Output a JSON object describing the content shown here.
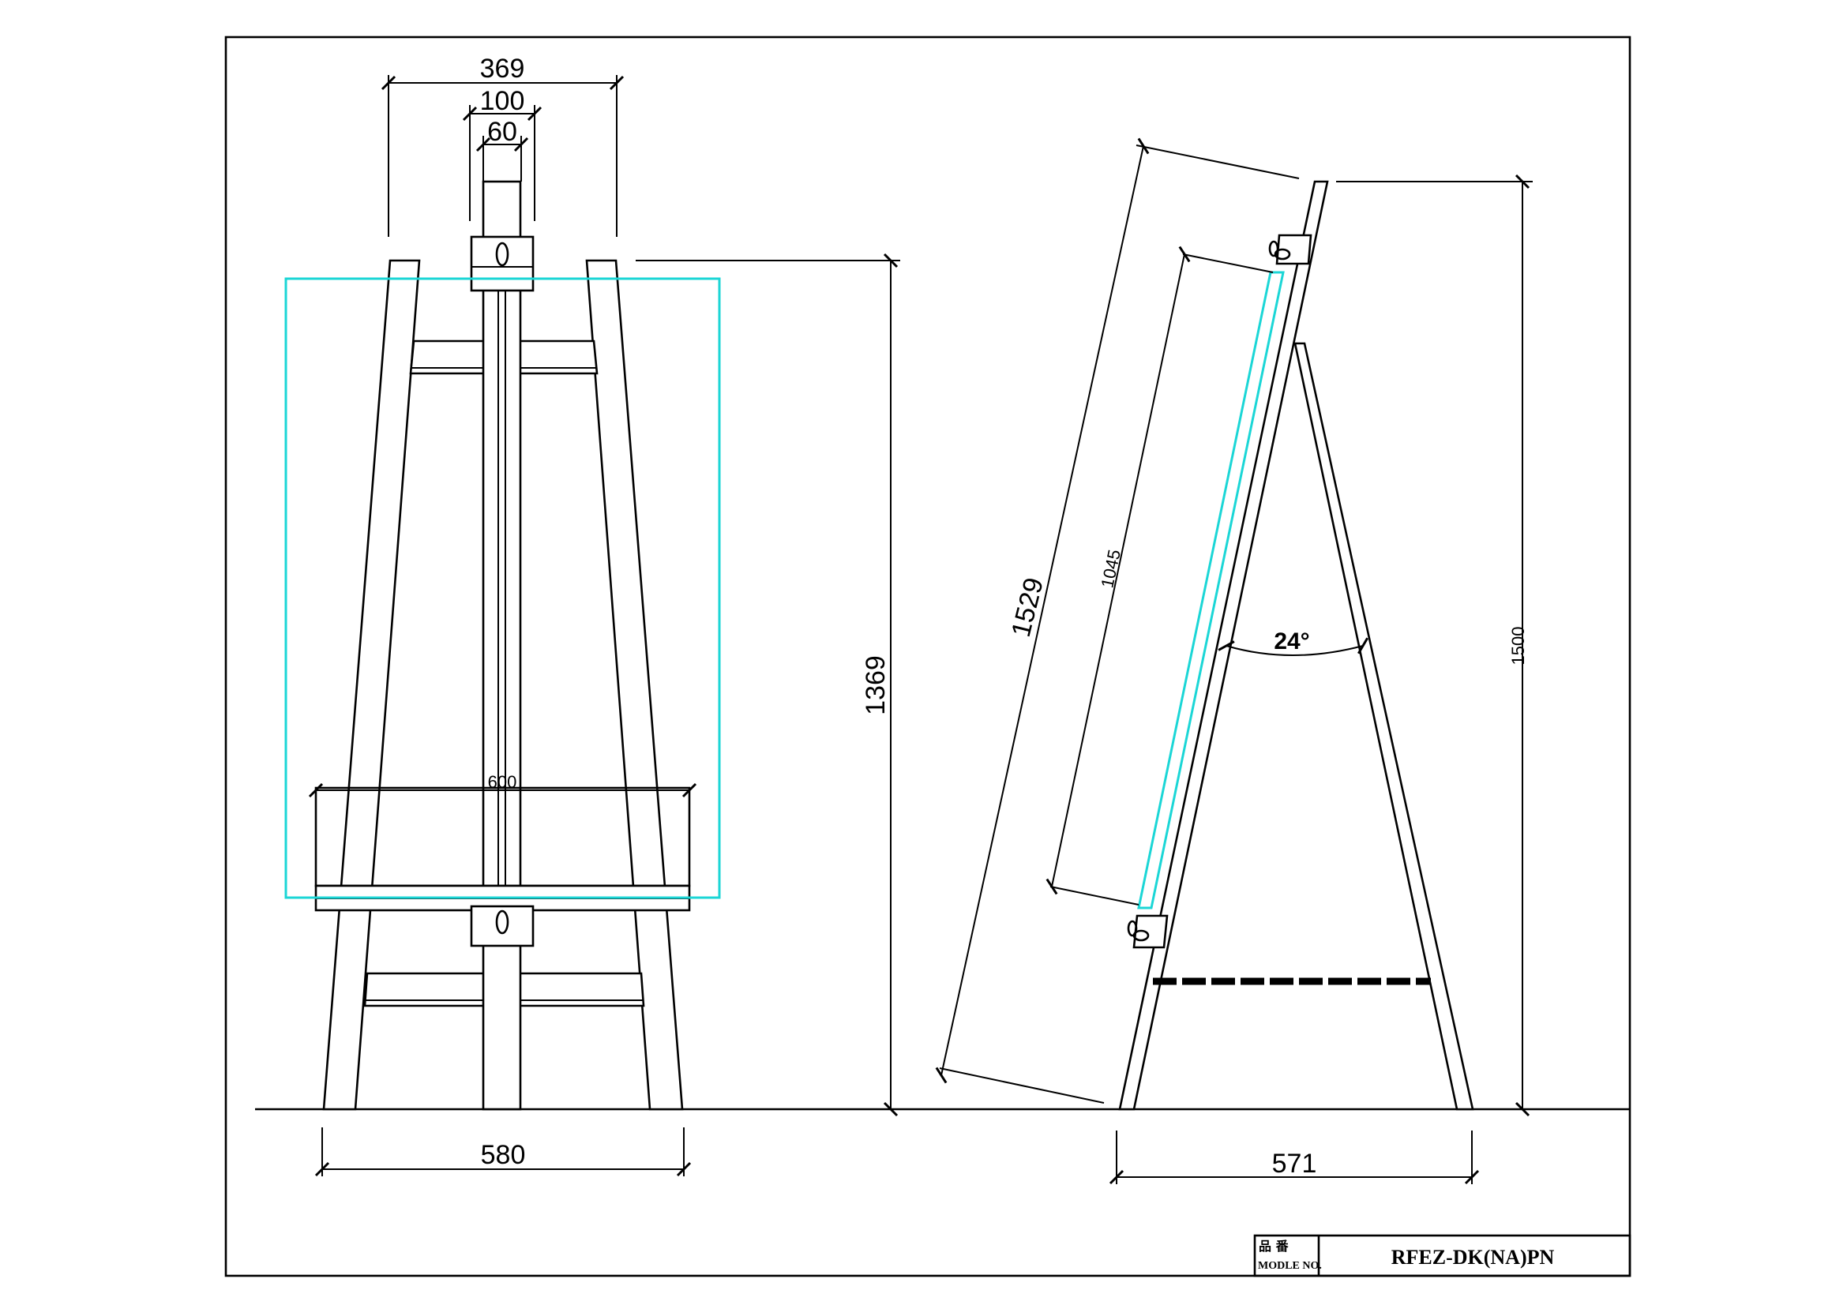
{
  "front_view": {
    "dims": {
      "top_width": "369",
      "mast_width": "100",
      "mast_inner": "60",
      "height": "1369",
      "board_width": "600",
      "base_width": "580"
    }
  },
  "side_view": {
    "dims": {
      "leg_length": "1529",
      "board_length": "1045",
      "angle": "24°",
      "total_height": "1500",
      "base_depth": "571"
    }
  },
  "title_block": {
    "label_cn": "品 番",
    "label_en": "MODLE NO.",
    "model": "RFEZ-DK(NA)PN"
  },
  "colors": {
    "line": "#000000",
    "board_outline": "#1bd6d6"
  }
}
